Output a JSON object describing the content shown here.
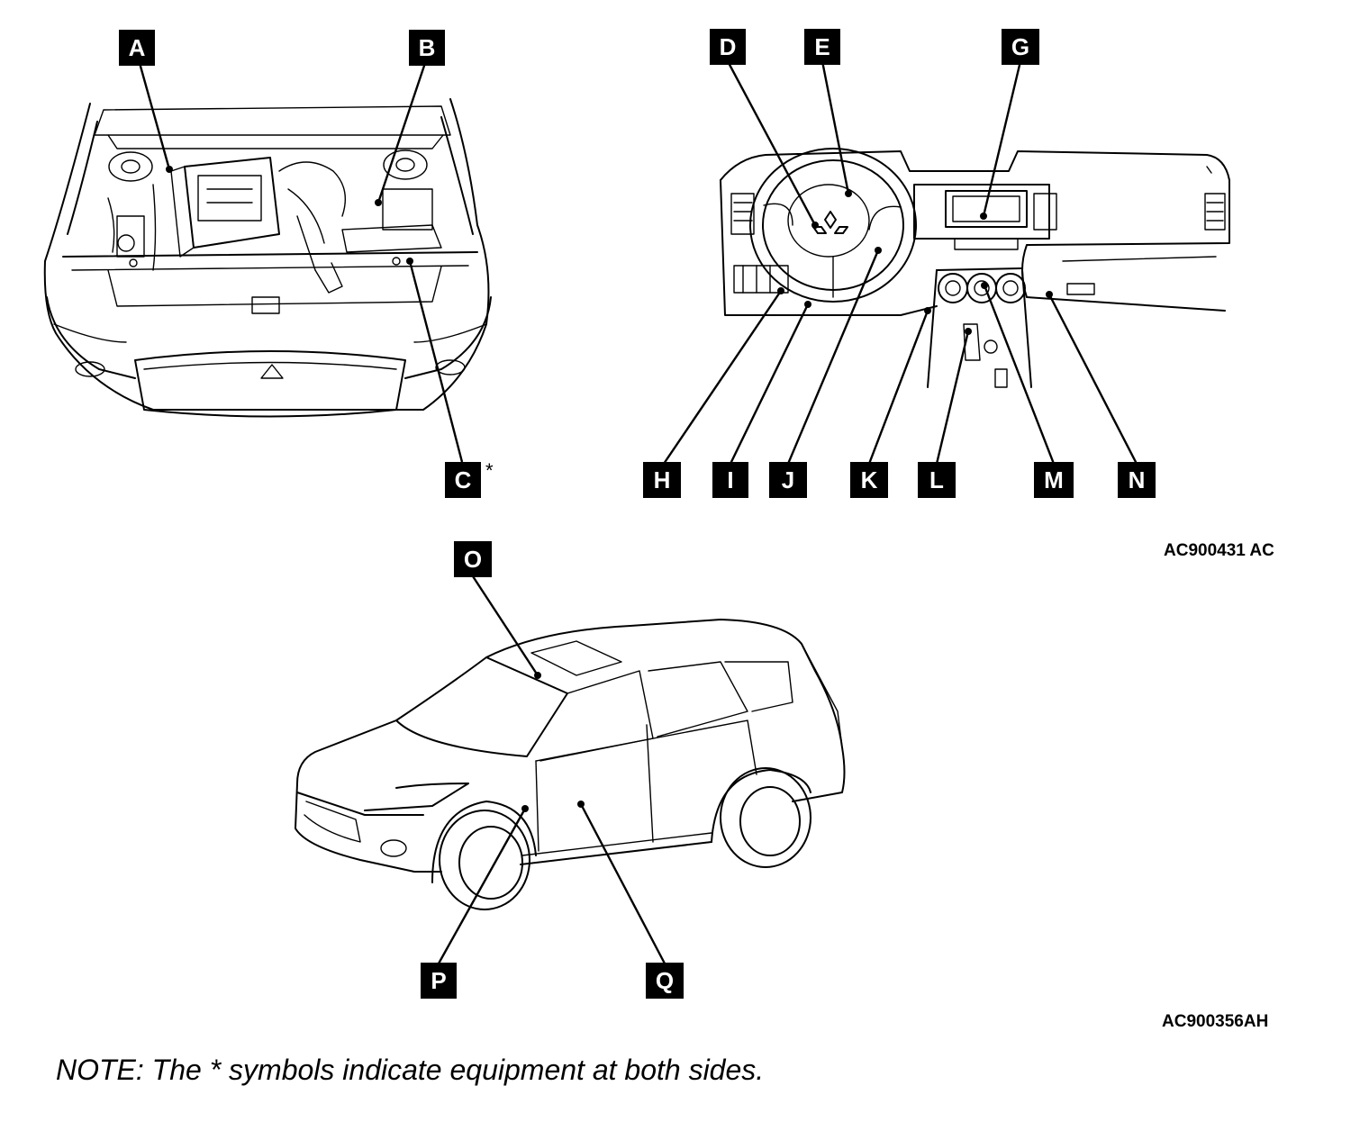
{
  "callouts": {
    "A": "A",
    "B": "B",
    "C": "C",
    "D": "D",
    "E": "E",
    "G": "G",
    "H": "H",
    "I": "I",
    "J": "J",
    "K": "K",
    "L": "L",
    "M": "M",
    "N": "N",
    "O": "O",
    "P": "P",
    "Q": "Q"
  },
  "asterisk": "*",
  "figure_codes": {
    "top": "AC900431 AC",
    "bottom": "AC900356AH"
  },
  "note": "NOTE: The * symbols indicate equipment at both sides."
}
